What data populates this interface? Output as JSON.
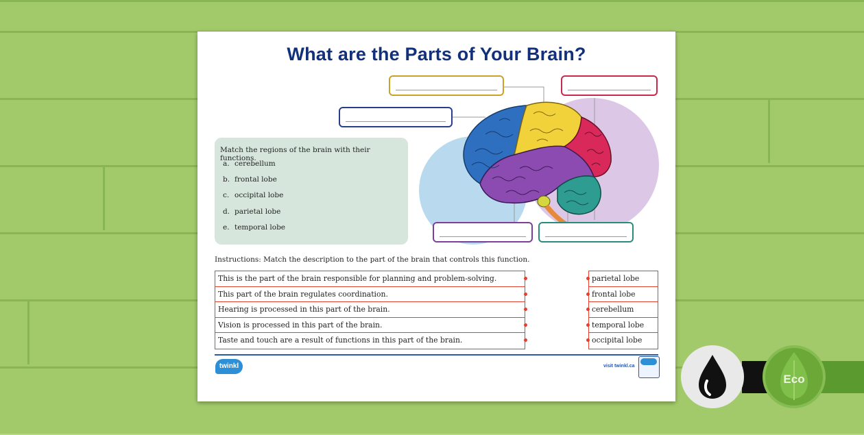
{
  "worksheet": {
    "title": "What are the Parts of Your Brain?",
    "task_heading": "Match the regions of the brain with their functions.",
    "regions": [
      {
        "key": "a.",
        "name": "cerebellum"
      },
      {
        "key": "b.",
        "name": "frontal lobe"
      },
      {
        "key": "c.",
        "name": "occipital lobe"
      },
      {
        "key": "d.",
        "name": "parietal lobe"
      },
      {
        "key": "e.",
        "name": "temporal lobe"
      }
    ],
    "instructions": "Instructions: Match the description to the part of the brain that controls this function.",
    "descriptions": [
      "This is the part of the brain responsible for planning and problem-solving.",
      "This part of the brain regulates coordination.",
      "Hearing is processed in this part of the brain.",
      "Vision is processed in this part of the brain.",
      "Taste and touch are a result of functions in this part of the brain."
    ],
    "answers": [
      "parietal lobe",
      "frontal lobe",
      "cerebellum",
      "temporal lobe",
      "occipital lobe"
    ],
    "footer_logo": "twinkl",
    "footer_url": "visit twinkl.ca"
  },
  "badges": {
    "eco_label": "Eco"
  },
  "colors": {
    "title": "#13307a",
    "label_gold": "#c9a227",
    "label_crimson": "#c8284a",
    "label_navy": "#283e8a",
    "label_purple": "#7a3f98",
    "label_teal": "#2b8a7e",
    "table_border": "#e3402d",
    "task_bg": "#d7e6dc"
  }
}
